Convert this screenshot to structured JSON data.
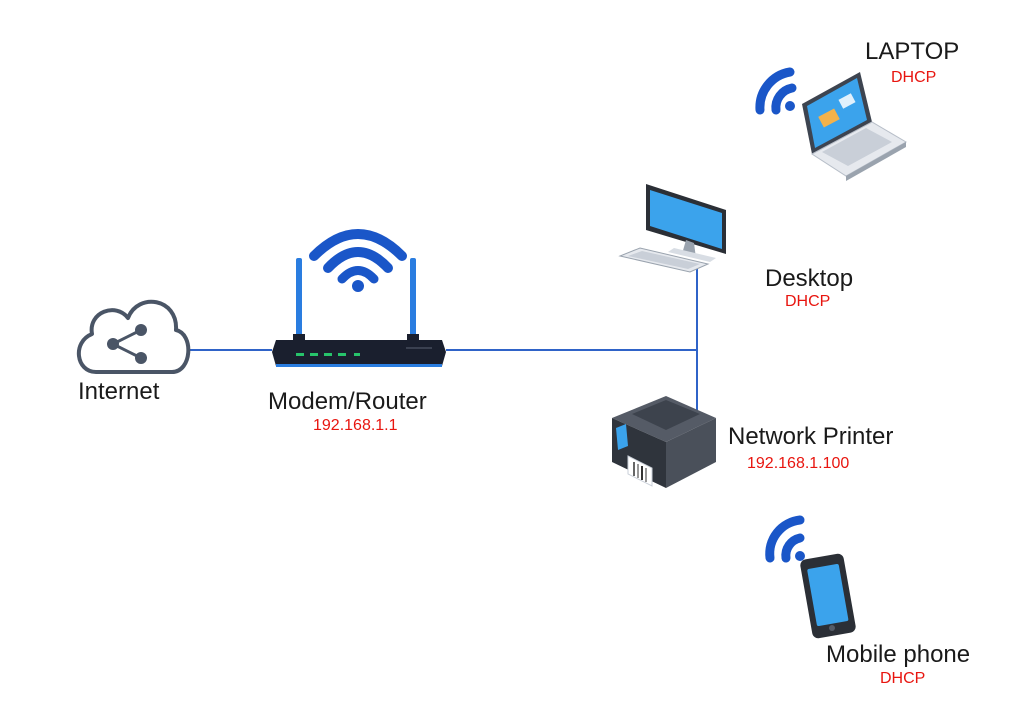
{
  "diagram": {
    "nodes": {
      "internet": {
        "label": "Internet"
      },
      "router": {
        "label": "Modem/Router",
        "sub": "192.168.1.1"
      },
      "laptop": {
        "label": "LAPTOP",
        "sub": "DHCP"
      },
      "desktop": {
        "label": "Desktop",
        "sub": "DHCP"
      },
      "printer": {
        "label": "Network Printer",
        "sub": "192.168.1.100"
      },
      "phone": {
        "label": "Mobile phone",
        "sub": "DHCP"
      }
    },
    "connections": [
      {
        "from": "internet",
        "to": "router",
        "type": "wired"
      },
      {
        "from": "router",
        "to": "desktop",
        "type": "wired"
      },
      {
        "from": "router",
        "to": "printer",
        "type": "wired"
      },
      {
        "from": "router",
        "to": "laptop",
        "type": "wireless"
      },
      {
        "from": "router",
        "to": "phone",
        "type": "wireless"
      }
    ],
    "colors": {
      "wire": "#2f63c8",
      "wifi": "#1a56c8",
      "ip_text": "#e8150f",
      "router_body": "#1a1f2e",
      "antenna": "#2a7de0",
      "screen": "#3ba3ec"
    },
    "icons": [
      "cloud-share-icon",
      "router-icon",
      "wifi-icon",
      "laptop-icon",
      "desktop-computer-icon",
      "printer-icon",
      "mobile-phone-icon"
    ]
  }
}
